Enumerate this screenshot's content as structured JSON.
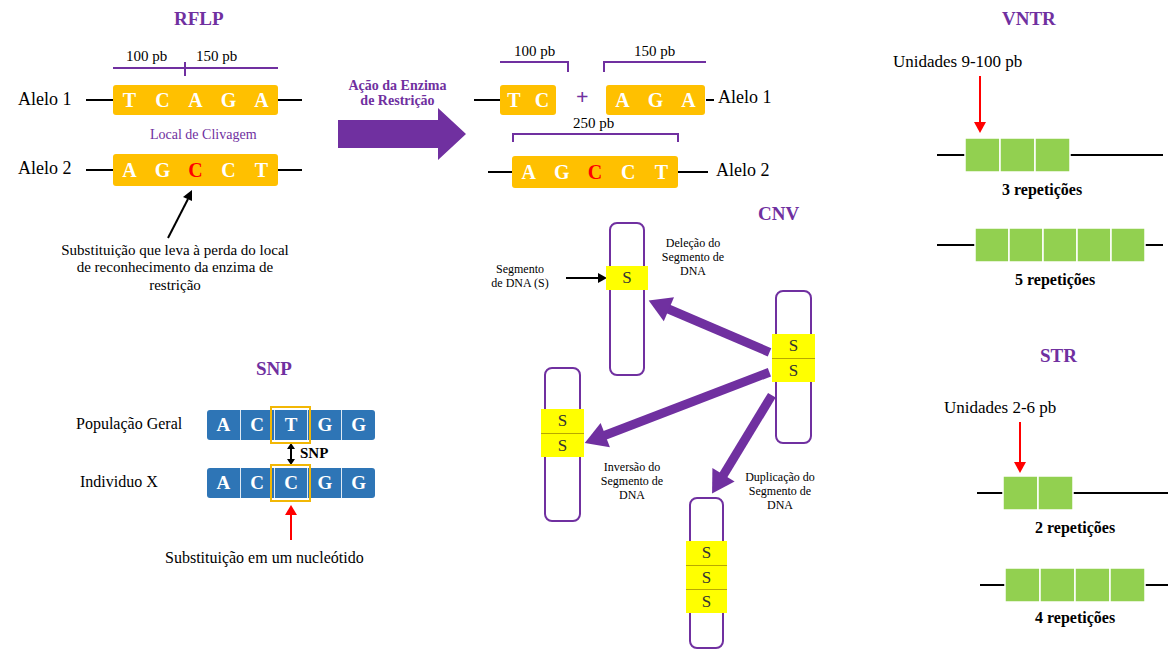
{
  "diagram": {
    "nodes": [
      {
        "text": [
          "T",
          "C",
          "A",
          "G",
          "A"
        ]
      },
      {
        "text": [
          "A",
          "G",
          "C",
          "C",
          "T"
        ]
      },
      {
        "text": [
          "T",
          "C"
        ]
      },
      {
        "text": [
          "A",
          "G",
          "A"
        ]
      },
      {
        "text": [
          "A",
          "G",
          "C",
          "C",
          "T"
        ]
      },
      {
        "text": [
          "S"
        ]
      },
      {
        "text": [
          "S",
          "S"
        ]
      },
      {
        "text": [
          "A",
          "C",
          "T",
          "G",
          "G"
        ]
      },
      {
        "text": [
          "A",
          "C",
          "C",
          "G",
          "G"
        ]
      },
      {
        "text": [
          "S",
          "S"
        ]
      },
      {
        "text": [
          "S",
          "S",
          "S"
        ]
      }
    ],
    "edges": [
      {
        "from": 6,
        "to": 5,
        "arrow": "to",
        "label": "Deleção do Segmento de DNA"
      },
      {
        "from": 6,
        "to": 9,
        "arrow": "to",
        "label": "Inversão do Segmento de DNA"
      },
      {
        "from": 6,
        "to": 10,
        "arrow": "to",
        "label": "Duplicação do Segmento de DNA"
      },
      {
        "from": 7,
        "to": 8,
        "arrow": "both",
        "label": "SNP"
      }
    ],
    "labels": [
      "RFLP",
      "100 pb",
      "150 pb",
      "Alelo 1",
      "Local de Clivagem",
      "Alelo 2",
      "Substituição que leva à perda do local de reconhecimento da enzima de restrição",
      "Ação da Enzima de Restrição",
      "100 pb",
      "150 pb",
      "+",
      "Alelo 1",
      "250 pb",
      "Alelo 2",
      "VNTR",
      "Unidades 9-100 pb",
      "3 repetições",
      "5 repetições",
      "CNV",
      "Segmento de DNA (S)",
      "SNP",
      "População Geral",
      "Individuo X",
      "Substituição em um nucleótido",
      "STR",
      "Unidades 2-6 pb",
      "2 repetições",
      "4 repetições"
    ]
  }
}
